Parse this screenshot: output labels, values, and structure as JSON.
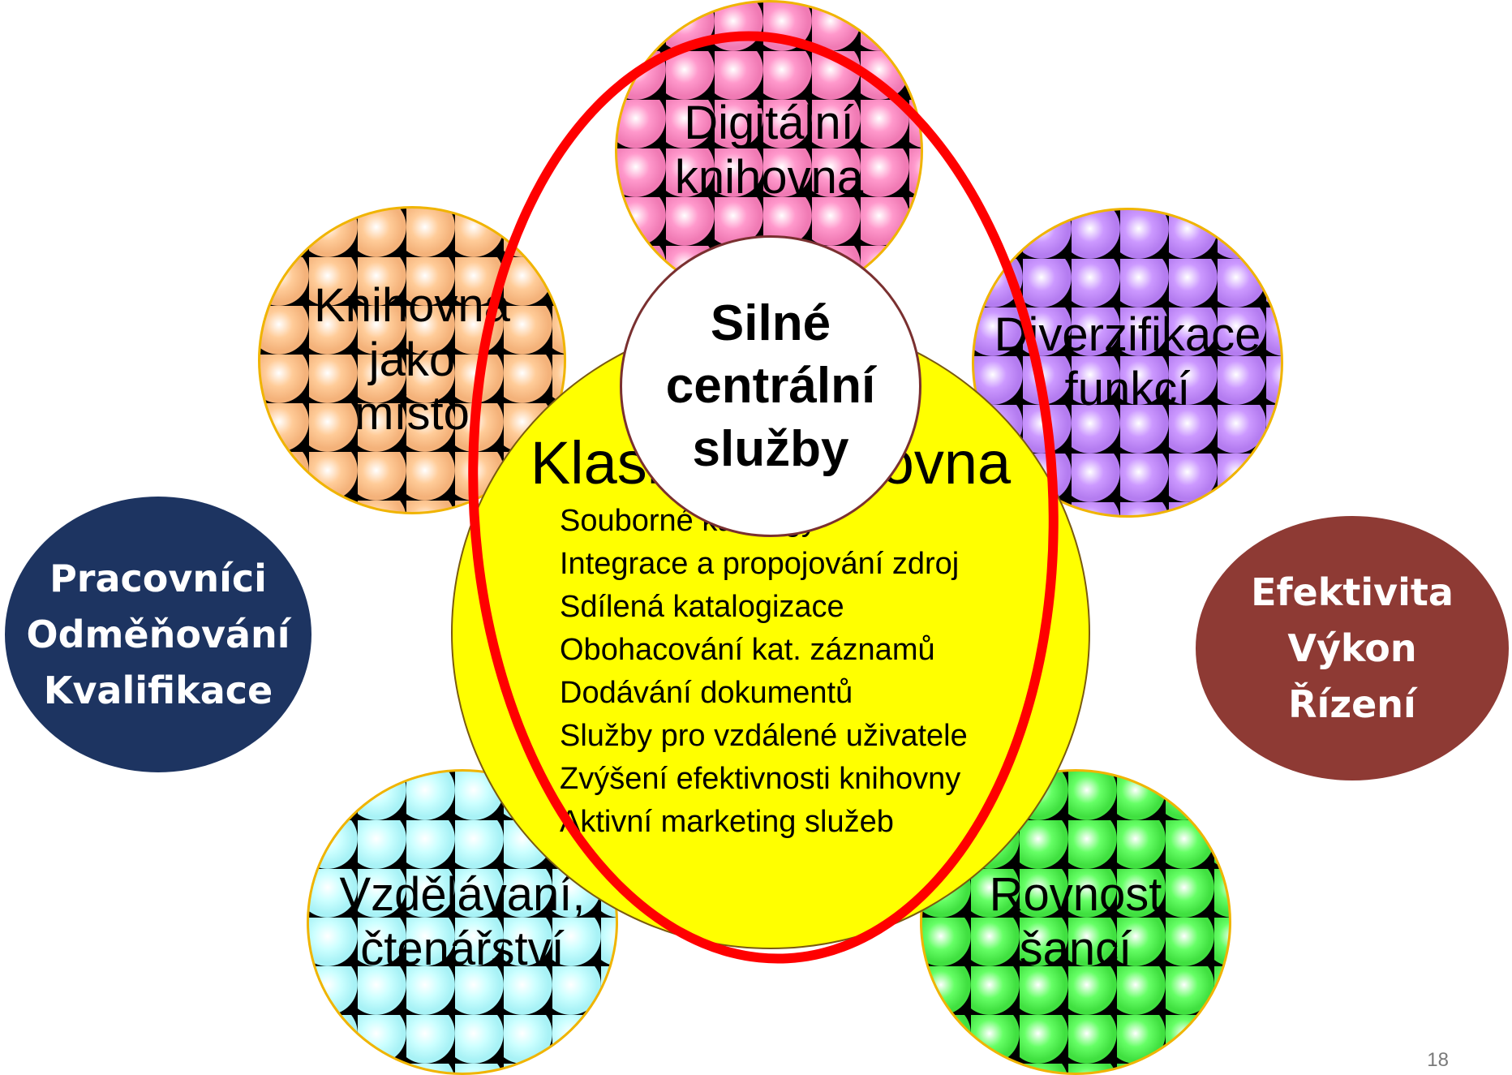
{
  "petals": [
    {
      "id": "digital",
      "label": "Digitální\nknihovna",
      "colors": [
        "#ff99cc",
        "#f07ab4"
      ]
    },
    {
      "id": "place",
      "label": "Knihovna\njako\nmísto",
      "colors": [
        "#ffcc99",
        "#f4b27a"
      ]
    },
    {
      "id": "diversification",
      "label": "Diverzifikace\nfunkcí",
      "colors": [
        "#cc99ff",
        "#b47cf0"
      ]
    },
    {
      "id": "education",
      "label": "Vzdělávaní,\nčtenářství",
      "colors": [
        "#ccffff",
        "#a8f2f6"
      ]
    },
    {
      "id": "equality",
      "label": "Rovnost\nšancí",
      "colors": [
        "#66ff66",
        "#40e040"
      ]
    }
  ],
  "core": {
    "title": "Klasická knihovna",
    "items": [
      "Souborné katalogy",
      "Integrace a propojování zdroj",
      "Sdílená katalogizace",
      "Obohacování kat. záznamů",
      "Dodávání dokumentů",
      "Služby pro vzdálené uživatele",
      "Zvýšení efektivnosti knihovny",
      "Aktivní marketing služeb"
    ],
    "color": "#ffff00"
  },
  "hub": {
    "label": "Silné\ncentrální\nslužby"
  },
  "left_node": {
    "label": "Pracovníci\nOdměňování\nKvalifikace",
    "color": "#1d3461"
  },
  "right_node": {
    "label": "Efektivita\nVýkon\nŘízení",
    "color": "#8e3a34"
  },
  "accent_ring_color": "#ff0000",
  "page_number": "18"
}
